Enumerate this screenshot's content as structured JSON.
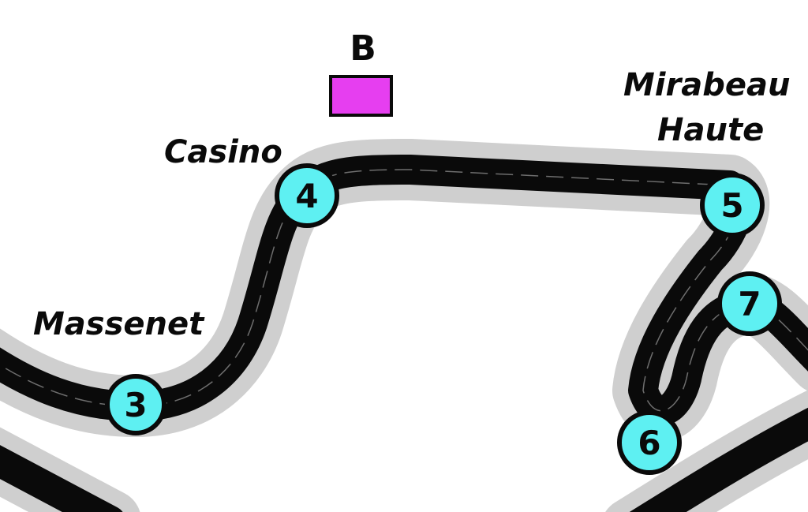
{
  "map": {
    "colors": {
      "track": "#0a0a0a",
      "runoff": "#cfcfcf",
      "track_line": "#6e6e6e",
      "turn_fill": "#5ef0f2",
      "turn_stroke": "#0a0a0a",
      "marker_fill": "#e63ef0",
      "label": "#0a0a0a"
    },
    "sector_marker": {
      "label": "B"
    },
    "corner_names": {
      "massenet": "Massenet",
      "casino": "Casino",
      "mirabeau_line1": "Mirabeau",
      "mirabeau_line2": "Haute"
    },
    "turns": [
      {
        "id": "3",
        "label": "3"
      },
      {
        "id": "4",
        "label": "4"
      },
      {
        "id": "5",
        "label": "5"
      },
      {
        "id": "6",
        "label": "6"
      },
      {
        "id": "7",
        "label": "7"
      }
    ]
  }
}
